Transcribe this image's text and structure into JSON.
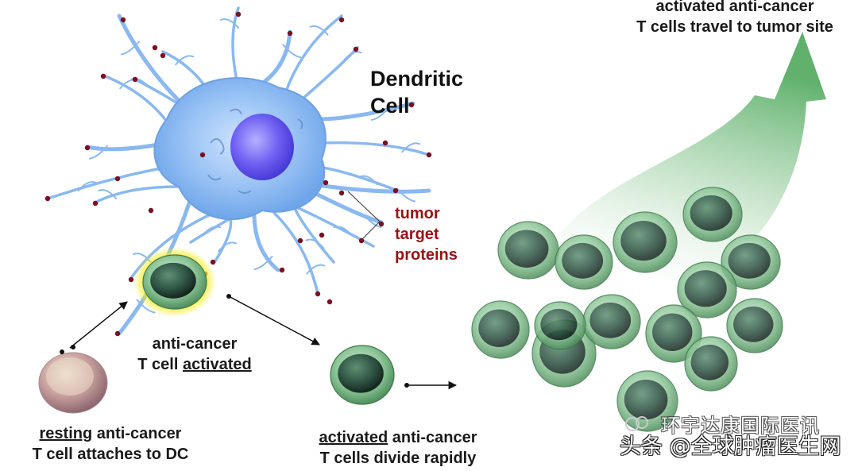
{
  "diagram": {
    "title": "Dendritic Cell",
    "title_line1": "Dendritic",
    "title_line2": "Cell",
    "tumor_label_line1": "tumor",
    "tumor_label_line2": "target",
    "tumor_label_line3": "proteins",
    "activated_line1": "anti-cancer",
    "activated_line2_prefix": "T cell ",
    "activated_line2_underlined": "activated",
    "resting_underlined": "resting",
    "resting_line1_suffix": " anti-cancer",
    "resting_line2": "T cell attaches to DC",
    "divide_underlined": "activated",
    "divide_line1_suffix": " anti-cancer",
    "divide_line2": "T cells divide rapidly",
    "travel_line1": "activated anti-cancer",
    "travel_line2": "T cells travel to tumor site"
  },
  "watermark": {
    "line1": "环宇达康国际医讯",
    "line2": "头条 @全球肿瘤医生网"
  },
  "colors": {
    "dendritic_body": "#8ab8f0",
    "nucleus": "#6a5cf0",
    "tumor_protein": "#7a1020",
    "tcell_green": "#5fa86a",
    "highlight_ring": "#f5ec20",
    "arrow_green": "#5cae68",
    "tumor_label": "#9b1111"
  }
}
